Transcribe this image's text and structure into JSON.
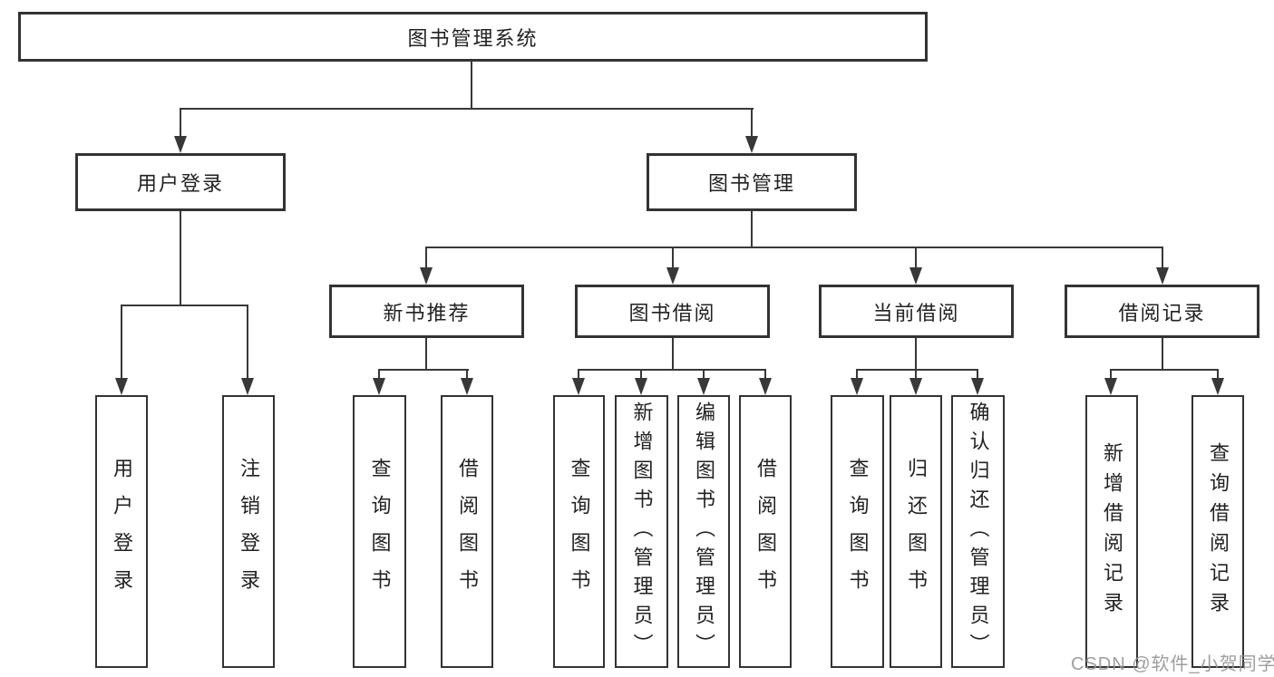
{
  "diagram_title": "图书管理系统",
  "colors": {
    "line": "#383838",
    "box_border": "#333333",
    "text": "#222222",
    "background": "#ffffff",
    "watermark": "#969696"
  },
  "nodes": {
    "root": "图书管理系统",
    "user_login": "用户登录",
    "book_management": "图书管理",
    "new_book_recommend": "新书推荐",
    "book_borrowing": "图书借阅",
    "current_borrowing": "当前借阅",
    "borrowing_records": "借阅记录",
    "leaf_user_login": "用户登录",
    "leaf_logout": "注销登录",
    "leaf_rec_query_books": "查询图书",
    "leaf_rec_borrow_books": "借阅图书",
    "leaf_bor_query_books": "查询图书",
    "leaf_bor_add_books_admin": "新增图书（管理员）",
    "leaf_bor_edit_books_admin": "编辑图书（管理员）",
    "leaf_bor_borrow_books": "借阅图书",
    "leaf_cur_query_books": "查询图书",
    "leaf_cur_return_books": "归还图书",
    "leaf_cur_confirm_return_admin": "确认归还（管理员）",
    "leaf_rec_add_borrow_record": "新增借阅记录",
    "leaf_rec_query_borrow_record": "查询借阅记录"
  },
  "hierarchy": {
    "图书管理系统": {
      "用户登录": [
        "用户登录",
        "注销登录"
      ],
      "图书管理": {
        "新书推荐": [
          "查询图书",
          "借阅图书"
        ],
        "图书借阅": [
          "查询图书",
          "新增图书（管理员）",
          "编辑图书（管理员）",
          "借阅图书"
        ],
        "当前借阅": [
          "查询图书",
          "归还图书",
          "确认归还（管理员）"
        ],
        "借阅记录": [
          "新增借阅记录",
          "查询借阅记录"
        ]
      }
    }
  },
  "watermark": {
    "text": "CSDN @软件_小贺同学"
  }
}
